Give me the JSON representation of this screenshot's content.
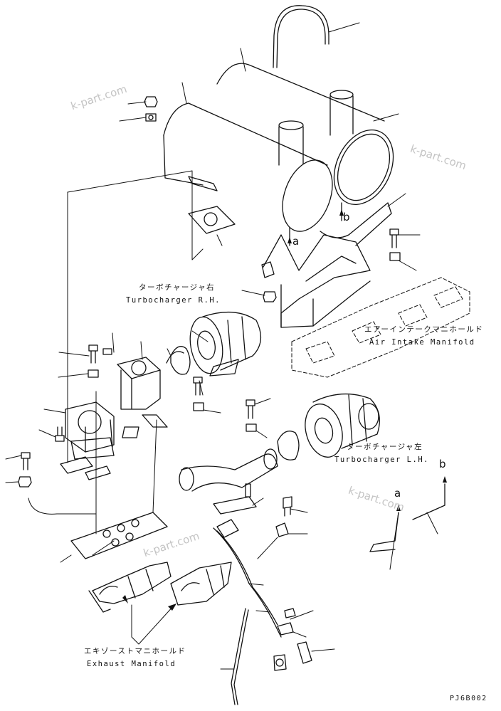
{
  "labels": {
    "turbo_rh_jp": "ターボチャージャ右",
    "turbo_rh_en": "Turbocharger R.H.",
    "intake_jp": "エアーインテークマニホールド",
    "intake_en": "Air Intake Manifold",
    "turbo_lh_jp": "ターボチャージャ左",
    "turbo_lh_en": "Turbocharger L.H.",
    "exhaust_jp": "エキゾーストマニホールド",
    "exhaust_en": "Exhaust Manifold"
  },
  "markers": {
    "a1": "a",
    "b1": "b",
    "a2": "a",
    "b2": "b"
  },
  "watermark": "k-part.com",
  "drawing_code": "PJ6B002"
}
